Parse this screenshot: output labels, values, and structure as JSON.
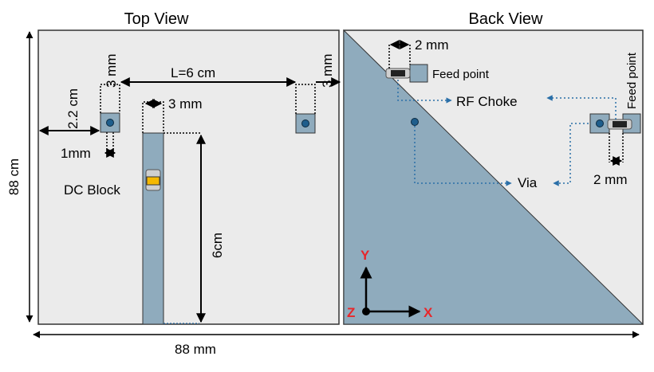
{
  "titles": {
    "top_view": "Top View",
    "back_view": "Back View"
  },
  "top_view": {
    "length_label": "L=6 cm",
    "offset_3mm_left": "3 mm",
    "offset_3mm_right": "3 mm",
    "offset_22cm": "2.2 cm",
    "line_width": "3 mm",
    "gap_1mm": "1mm",
    "dc_block": "DC Block",
    "line_length": "6cm",
    "board_height": "88 cm",
    "board_width": "88 mm"
  },
  "back_view": {
    "gap_2mm_top": "2 mm",
    "feed_point_top": "Feed point",
    "rf_choke": "RF Choke",
    "feed_point_right": "Feed point",
    "via": "Via",
    "gap_2mm_right": "2 mm",
    "axis_y": "Y",
    "axis_x": "X",
    "axis_z": "Z"
  },
  "colors": {
    "board": "#ebebeb",
    "copper": "#8fabbd",
    "via": "#1f5e8c",
    "dc_block": "#f5b800",
    "dashed": "#2a6fa8",
    "axis": "#e8262a"
  }
}
